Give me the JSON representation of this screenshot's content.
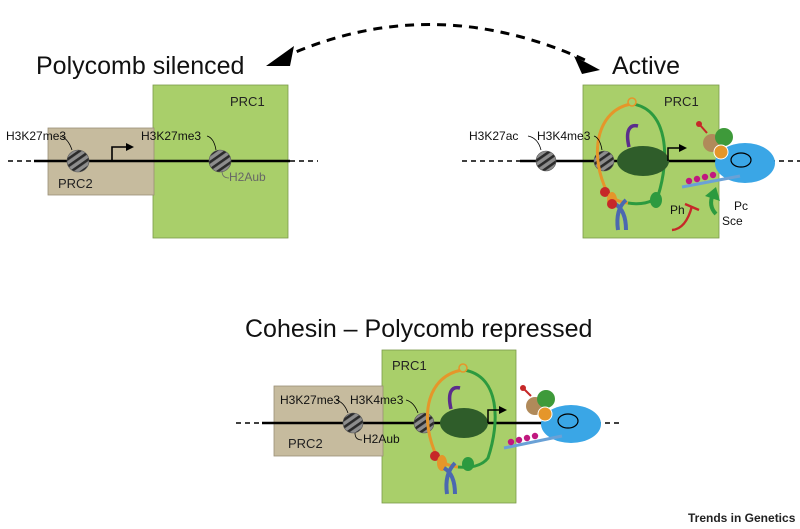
{
  "titles": {
    "silenced": "Polycomb silenced",
    "active": "Active",
    "cohesin": "Cohesin – Polycomb repressed"
  },
  "silenced_panel": {
    "prc1": "PRC1",
    "prc2": "PRC2",
    "mark_left": "H3K27me3",
    "mark_right": "H3K27me3",
    "ubiquitin": "H2Aub"
  },
  "active_panel": {
    "prc1": "PRC1",
    "mark_acetyl": "H3K27ac",
    "mark_k4": "H3K4me3",
    "ph": "Ph",
    "pc": "Pc",
    "sce": "Sce"
  },
  "cohesin_panel": {
    "prc1": "PRC1",
    "prc2": "PRC2",
    "mark_k27": "H3K27me3",
    "mark_k4": "H3K4me3",
    "ubiquitin": "H2Aub"
  },
  "footer": {
    "credit": "Trends in Genetics"
  },
  "colors": {
    "prc1_fill": "#a9cf6a",
    "prc2_fill": "#c6bb9e",
    "nucleosome": "#8d8d8d",
    "pol2": "#2f5d2a",
    "cohesin_orange": "#e5962a",
    "cohesin_green": "#2c9a3f",
    "blue_complex": "#3aa6e6",
    "magenta": "#c0187f",
    "purple": "#5b2d8c",
    "red": "#c62828"
  }
}
